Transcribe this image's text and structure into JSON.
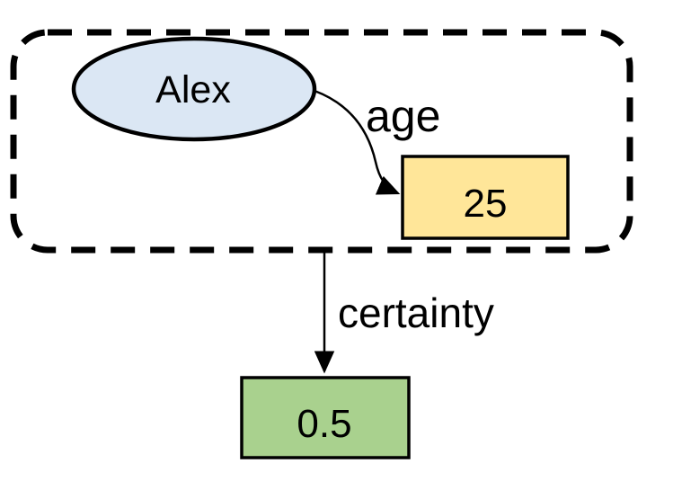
{
  "diagram": {
    "colors": {
      "background": "#ffffff",
      "line": "#000000",
      "text": "#000000",
      "entity_fill": "#dbe7f4",
      "value_fill": "#ffe699",
      "certainty_fill": "#a9d18e"
    },
    "nodes": {
      "entity": {
        "label": "Alex",
        "shape": "ellipse"
      },
      "value": {
        "label": "25",
        "shape": "rect"
      },
      "certainty_value": {
        "label": "0.5",
        "shape": "rect"
      }
    },
    "edges": {
      "age": {
        "label": "age",
        "from": "entity",
        "to": "value"
      },
      "certainty": {
        "label": "certainty",
        "from": "group-boundary",
        "to": "certainty_value"
      }
    }
  }
}
